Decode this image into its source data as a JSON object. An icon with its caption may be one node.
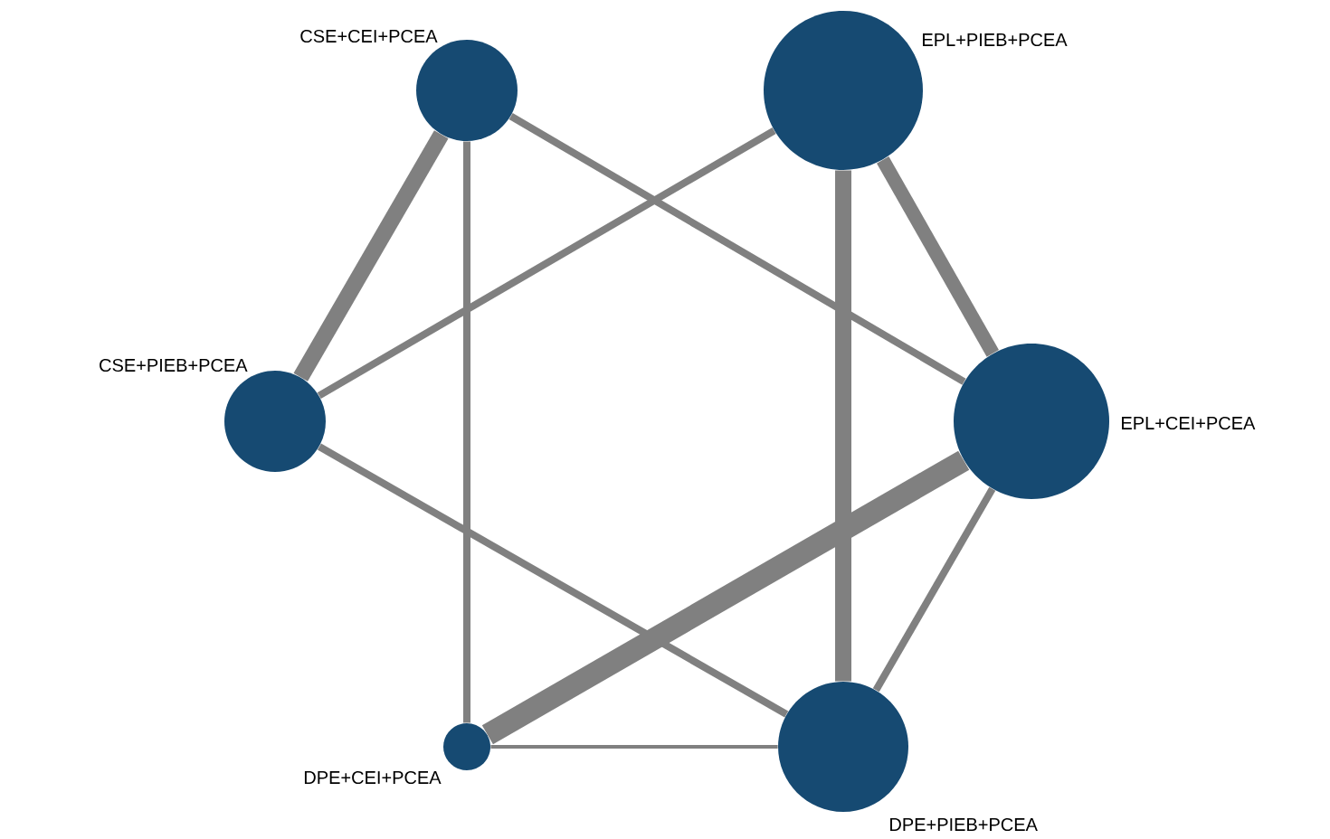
{
  "diagram": {
    "nodes": [
      {
        "text": [
          "CSE+CEI+PCEA"
        ]
      },
      {
        "text": [
          "EPL+PIEB+PCEA"
        ]
      },
      {
        "text": [
          "CSE+PIEB+PCEA"
        ]
      },
      {
        "text": [
          "EPL+CEI+PCEA"
        ]
      },
      {
        "text": [
          "DPE+CEI+PCEA"
        ]
      },
      {
        "text": [
          "DPE+PIEB+PCEA"
        ]
      }
    ],
    "edges": [
      {
        "from": 0,
        "to": 2,
        "arrow": "none",
        "style": "thick"
      },
      {
        "from": 0,
        "to": 4,
        "arrow": "none"
      },
      {
        "from": 0,
        "to": 3,
        "arrow": "none"
      },
      {
        "from": 1,
        "to": 2,
        "arrow": "none"
      },
      {
        "from": 1,
        "to": 3,
        "arrow": "none",
        "style": "thick"
      },
      {
        "from": 1,
        "to": 5,
        "arrow": "none",
        "style": "thick"
      },
      {
        "from": 2,
        "to": 5,
        "arrow": "none"
      },
      {
        "from": 3,
        "to": 4,
        "arrow": "none",
        "style": "thick"
      },
      {
        "from": 3,
        "to": 5,
        "arrow": "none"
      },
      {
        "from": 4,
        "to": 5,
        "arrow": "none"
      }
    ]
  }
}
